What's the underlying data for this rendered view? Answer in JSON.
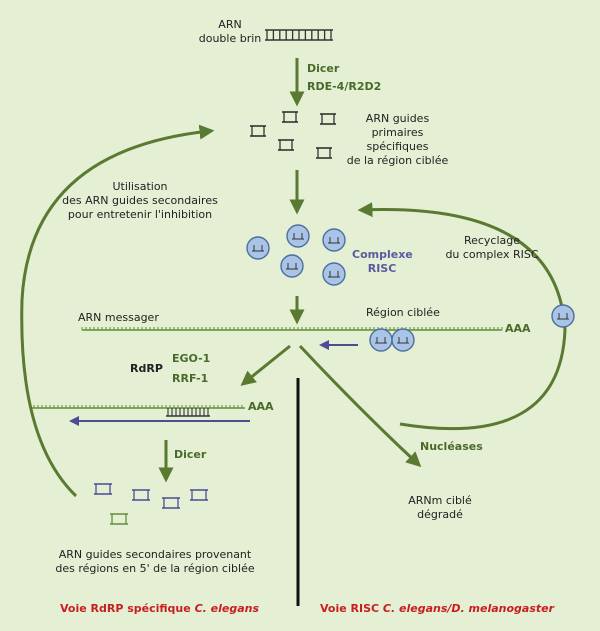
{
  "colors": {
    "background": "#e4efd4",
    "arrow": "#5a7a32",
    "rna_green": "#5f8f3a",
    "rna_purple": "#4d4d94",
    "risc_fill": "#a9c4e6",
    "risc_stroke": "#4d6f9e",
    "title_red": "#c81e1e",
    "divider": "#111111"
  },
  "labels": {
    "dsrna": "ARN\ndouble brin",
    "dicer1": "Dicer",
    "rde": "RDE-4/R2D2",
    "primary": "ARN guides\nprimaires\nspécifiques\nde la région ciblée",
    "utilisation": "Utilisation\ndes ARN guides secondaires\npour entretenir l'inhibition",
    "complexe": "Complexe\nRISC",
    "recyclage": "Recyclage\ndu complex RISC",
    "mrna": "ARN messager",
    "region": "Région ciblée",
    "aaa1": "AAA",
    "rdrp": "RdRP",
    "ego": "EGO-1",
    "rrf": "RRF-1",
    "aaa2": "AAA",
    "dicer2": "Dicer",
    "nucleases": "Nucléases",
    "degraded": "ARNm ciblé\ndégradé",
    "secondary": "ARN guides secondaires provenant\ndes régions en 5' de la région ciblée"
  },
  "titles": {
    "left_prefix": "Voie RdRP spécifique ",
    "left_species": "C. elegans",
    "right_prefix": "Voie RISC ",
    "right_species": "C. elegans/D. melanogaster"
  }
}
